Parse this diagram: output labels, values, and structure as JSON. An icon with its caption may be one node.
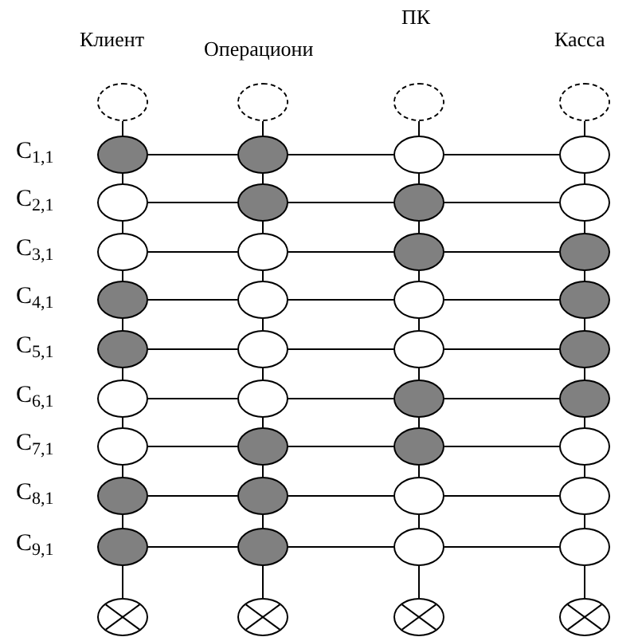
{
  "diagram": {
    "nodes": [
      {
        "text": [],
        "shape": "dashed-circle"
      },
      {
        "text": [],
        "shape": "dashed-circle"
      },
      {
        "text": [],
        "shape": "dashed-circle"
      },
      {
        "text": [],
        "shape": "dashed-circle"
      },
      {
        "text": [],
        "shape": "filled-circle"
      },
      {
        "text": [],
        "shape": "filled-circle"
      },
      {
        "text": [],
        "shape": "circle"
      },
      {
        "text": [],
        "shape": "circle"
      },
      {
        "text": [],
        "shape": "circle"
      },
      {
        "text": [],
        "shape": "filled-circle"
      },
      {
        "text": [],
        "shape": "filled-circle"
      },
      {
        "text": [],
        "shape": "circle"
      },
      {
        "text": [],
        "shape": "circle"
      },
      {
        "text": [],
        "shape": "circle"
      },
      {
        "text": [],
        "shape": "filled-circle"
      },
      {
        "text": [],
        "shape": "filled-circle"
      },
      {
        "text": [],
        "shape": "filled-circle"
      },
      {
        "text": [],
        "shape": "circle"
      },
      {
        "text": [],
        "shape": "circle"
      },
      {
        "text": [],
        "shape": "filled-circle"
      },
      {
        "text": [],
        "shape": "filled-circle"
      },
      {
        "text": [],
        "shape": "circle"
      },
      {
        "text": [],
        "shape": "circle"
      },
      {
        "text": [],
        "shape": "filled-circle"
      },
      {
        "text": [],
        "shape": "circle"
      },
      {
        "text": [],
        "shape": "circle"
      },
      {
        "text": [],
        "shape": "filled-circle"
      },
      {
        "text": [],
        "shape": "filled-circle"
      },
      {
        "text": [],
        "shape": "circle"
      },
      {
        "text": [],
        "shape": "filled-circle"
      },
      {
        "text": [],
        "shape": "filled-circle"
      },
      {
        "text": [],
        "shape": "circle"
      },
      {
        "text": [],
        "shape": "filled-circle"
      },
      {
        "text": [],
        "shape": "filled-circle"
      },
      {
        "text": [],
        "shape": "circle"
      },
      {
        "text": [],
        "shape": "circle"
      },
      {
        "text": [],
        "shape": "filled-circle"
      },
      {
        "text": [],
        "shape": "filled-circle"
      },
      {
        "text": [],
        "shape": "circle"
      },
      {
        "text": [],
        "shape": "circle"
      },
      {
        "text": [],
        "shape": "crossed-circle"
      },
      {
        "text": [],
        "shape": "crossed-circle"
      },
      {
        "text": [],
        "shape": "crossed-circle"
      },
      {
        "text": [],
        "shape": "crossed-circle"
      }
    ],
    "edges": [
      {
        "from": 4,
        "to": 5,
        "arrow": "none"
      },
      {
        "from": 5,
        "to": 6,
        "arrow": "none"
      },
      {
        "from": 6,
        "to": 7,
        "arrow": "none"
      },
      {
        "from": 8,
        "to": 9,
        "arrow": "none"
      },
      {
        "from": 9,
        "to": 10,
        "arrow": "none"
      },
      {
        "from": 10,
        "to": 11,
        "arrow": "none"
      },
      {
        "from": 12,
        "to": 13,
        "arrow": "none"
      },
      {
        "from": 13,
        "to": 14,
        "arrow": "none"
      },
      {
        "from": 14,
        "to": 15,
        "arrow": "none"
      },
      {
        "from": 16,
        "to": 17,
        "arrow": "none"
      },
      {
        "from": 17,
        "to": 18,
        "arrow": "none"
      },
      {
        "from": 18,
        "to": 19,
        "arrow": "none"
      },
      {
        "from": 20,
        "to": 21,
        "arrow": "none"
      },
      {
        "from": 21,
        "to": 22,
        "arrow": "none"
      },
      {
        "from": 22,
        "to": 23,
        "arrow": "none"
      },
      {
        "from": 24,
        "to": 25,
        "arrow": "none"
      },
      {
        "from": 25,
        "to": 26,
        "arrow": "none"
      },
      {
        "from": 26,
        "to": 27,
        "arrow": "none"
      },
      {
        "from": 28,
        "to": 29,
        "arrow": "none"
      },
      {
        "from": 29,
        "to": 30,
        "arrow": "none"
      },
      {
        "from": 30,
        "to": 31,
        "arrow": "none"
      },
      {
        "from": 32,
        "to": 33,
        "arrow": "none"
      },
      {
        "from": 33,
        "to": 34,
        "arrow": "none"
      },
      {
        "from": 34,
        "to": 35,
        "arrow": "none"
      },
      {
        "from": 36,
        "to": 37,
        "arrow": "none"
      },
      {
        "from": 37,
        "to": 38,
        "arrow": "none"
      },
      {
        "from": 38,
        "to": 39,
        "arrow": "none"
      },
      {
        "from": 0,
        "to": 4,
        "arrow": "none"
      },
      {
        "from": 4,
        "to": 8,
        "arrow": "none"
      },
      {
        "from": 8,
        "to": 12,
        "arrow": "none"
      },
      {
        "from": 12,
        "to": 16,
        "arrow": "none"
      },
      {
        "from": 16,
        "to": 20,
        "arrow": "none"
      },
      {
        "from": 20,
        "to": 24,
        "arrow": "none"
      },
      {
        "from": 24,
        "to": 28,
        "arrow": "none"
      },
      {
        "from": 28,
        "to": 32,
        "arrow": "none"
      },
      {
        "from": 32,
        "to": 36,
        "arrow": "none"
      },
      {
        "from": 36,
        "to": 40,
        "arrow": "none"
      },
      {
        "from": 1,
        "to": 5,
        "arrow": "none"
      },
      {
        "from": 5,
        "to": 9,
        "arrow": "none"
      },
      {
        "from": 9,
        "to": 13,
        "arrow": "none"
      },
      {
        "from": 13,
        "to": 17,
        "arrow": "none"
      },
      {
        "from": 17,
        "to": 21,
        "arrow": "none"
      },
      {
        "from": 21,
        "to": 25,
        "arrow": "none"
      },
      {
        "from": 25,
        "to": 29,
        "arrow": "none"
      },
      {
        "from": 29,
        "to": 33,
        "arrow": "none"
      },
      {
        "from": 33,
        "to": 37,
        "arrow": "none"
      },
      {
        "from": 37,
        "to": 41,
        "arrow": "none"
      },
      {
        "from": 2,
        "to": 6,
        "arrow": "none"
      },
      {
        "from": 6,
        "to": 10,
        "arrow": "none"
      },
      {
        "from": 10,
        "to": 14,
        "arrow": "none"
      },
      {
        "from": 14,
        "to": 18,
        "arrow": "none"
      },
      {
        "from": 18,
        "to": 22,
        "arrow": "none"
      },
      {
        "from": 22,
        "to": 26,
        "arrow": "none"
      },
      {
        "from": 26,
        "to": 30,
        "arrow": "none"
      },
      {
        "from": 30,
        "to": 34,
        "arrow": "none"
      },
      {
        "from": 34,
        "to": 38,
        "arrow": "none"
      },
      {
        "from": 38,
        "to": 42,
        "arrow": "none"
      },
      {
        "from": 3,
        "to": 7,
        "arrow": "none"
      },
      {
        "from": 7,
        "to": 11,
        "arrow": "none"
      },
      {
        "from": 11,
        "to": 15,
        "arrow": "none"
      },
      {
        "from": 15,
        "to": 19,
        "arrow": "none"
      },
      {
        "from": 19,
        "to": 23,
        "arrow": "none"
      },
      {
        "from": 23,
        "to": 27,
        "arrow": "none"
      },
      {
        "from": 27,
        "to": 31,
        "arrow": "none"
      },
      {
        "from": 31,
        "to": 35,
        "arrow": "none"
      },
      {
        "from": 35,
        "to": 39,
        "arrow": "none"
      },
      {
        "from": 39,
        "to": 43,
        "arrow": "none"
      }
    ],
    "labels": [
      "Клиент",
      "Операциони",
      "ПК",
      "Касса",
      "C$_{1,1}$",
      "C$_{2,1}$",
      "C$_{3,1}$",
      "C$_{4,1}$",
      "C$_{5,1}$",
      "C$_{6,1}$",
      "C$_{7,1}$",
      "C$_{8,1}$",
      "C$_{9,1}$"
    ]
  }
}
